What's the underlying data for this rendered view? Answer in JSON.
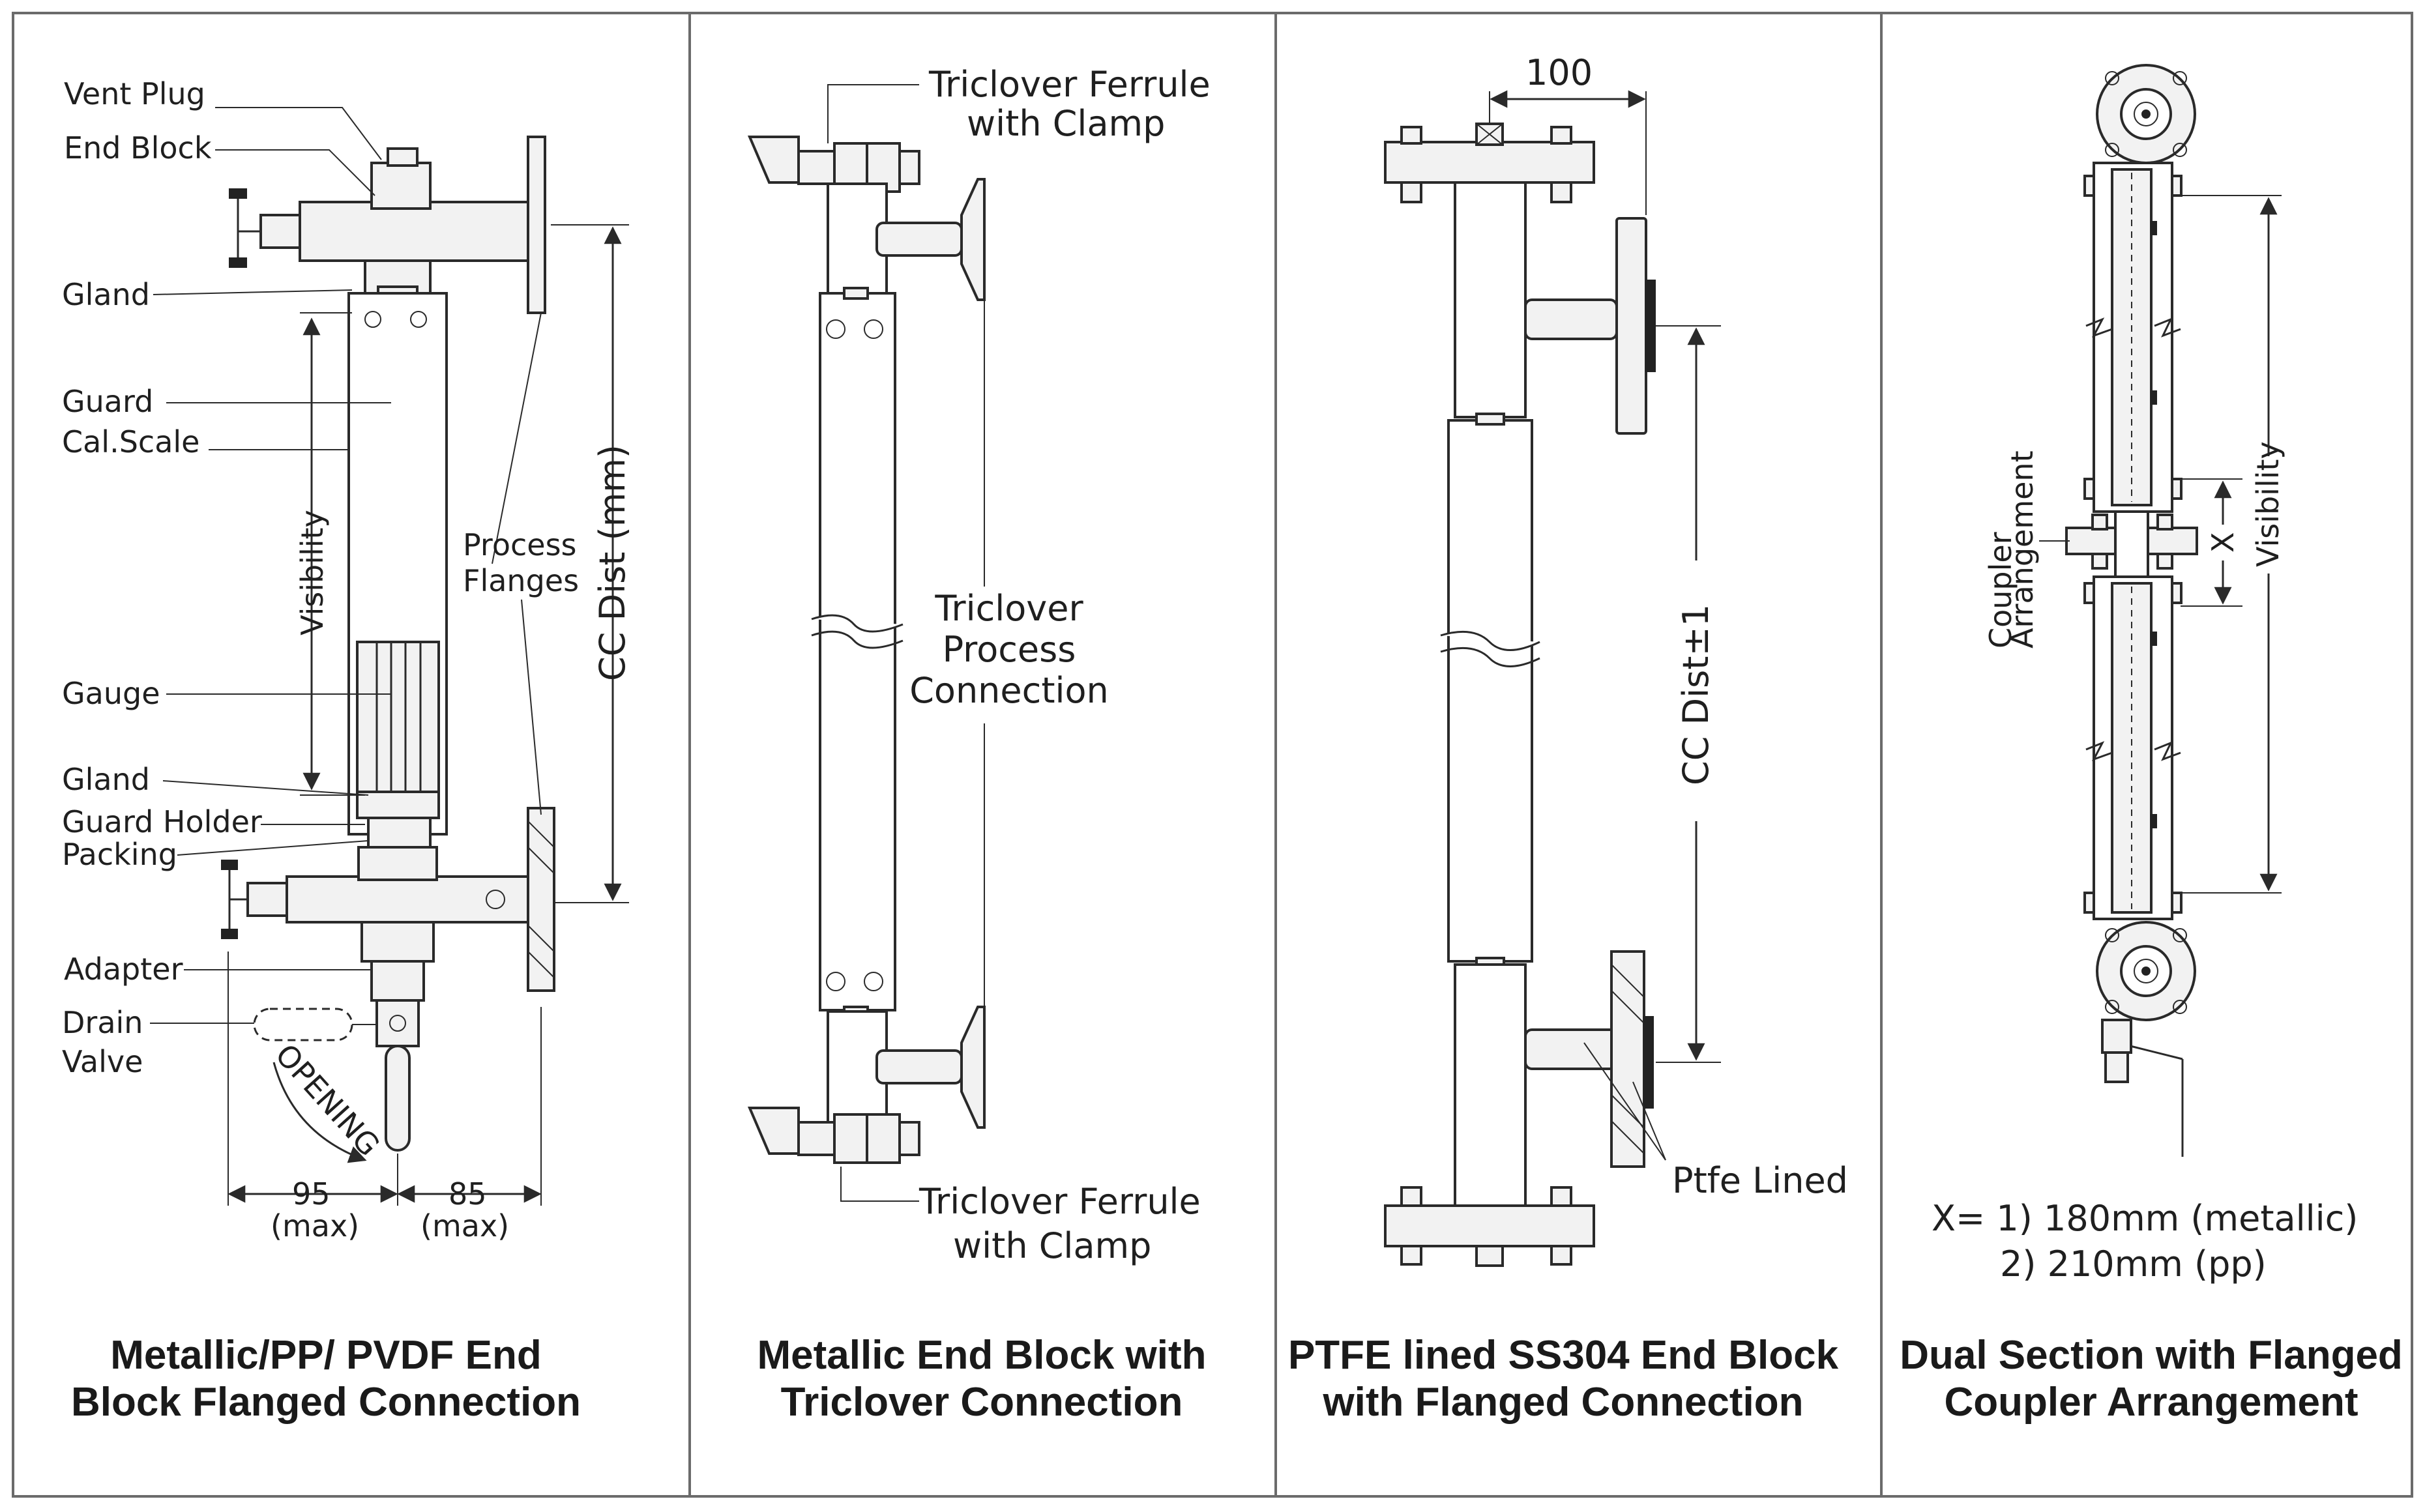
{
  "panels": [
    {
      "caption_line1": "Metallic/PP/ PVDF End",
      "caption_line2": "Block Flanged Connection",
      "labels": {
        "vent_plug": "Vent Plug",
        "end_block": "End Block",
        "gland_top": "Gland",
        "guard": "Guard",
        "cal_scale": "Cal.Scale",
        "visibility": "Visibility",
        "gauge": "Gauge",
        "gland_bottom": "Gland",
        "guard_holder": "Guard Holder",
        "packing": "Packing",
        "adapter": "Adapter",
        "drain_line1": "Drain",
        "drain_line2": "Valve",
        "process_line1": "Process",
        "process_line2": "Flanges",
        "cc_dist": "CC Dist (mm)",
        "opening": "OPENING",
        "dim_left": "95",
        "dim_left_note": "(max)",
        "dim_right": "85",
        "dim_right_note": "(max)"
      }
    },
    {
      "caption_line1": "Metallic End Block with",
      "caption_line2": "Triclover Connection",
      "labels": {
        "top_ferrule_line1": "Triclover  Ferrule",
        "top_ferrule_line2": "with Clamp",
        "process_line1": "Triclover",
        "process_line2": "Process",
        "process_line3": "Connection",
        "bottom_ferrule_line1": "Triclover  Ferrule",
        "bottom_ferrule_line2": "with Clamp"
      }
    },
    {
      "caption_line1": "PTFE lined SS304 End Block",
      "caption_line2": "with Flanged Connection",
      "labels": {
        "dim_top": "100",
        "cc_dist": "CC Dist±1",
        "ptfe_lined": "Ptfe Lined"
      }
    },
    {
      "caption_line1": "Dual Section with Flanged",
      "caption_line2": "Coupler Arrangement",
      "labels": {
        "coupler_line1": "Coupler",
        "coupler_line2": "Arrangement",
        "x_dim": "X",
        "visibility": "Visibility",
        "note_line1": "X= 1) 180mm (metallic)",
        "note_line2": "2) 210mm (pp)"
      }
    }
  ],
  "colors": {
    "line": "#2a2a2a",
    "frame": "#6b6b6b",
    "caption": "#1a1a1a"
  }
}
